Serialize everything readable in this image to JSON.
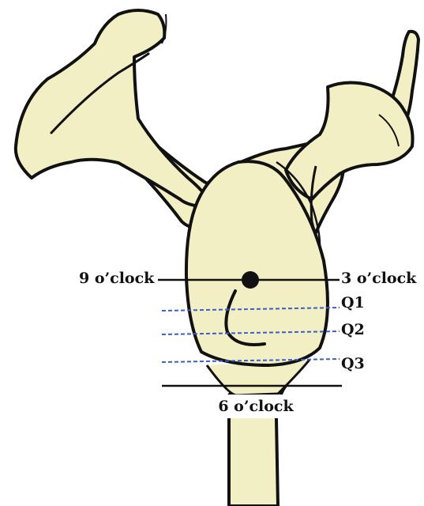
{
  "labels": {
    "nine": "9 o’clock",
    "three": "3 o’clock",
    "six": "6 o’clock",
    "q1": "Q1",
    "q2": "Q2",
    "q3": "Q3"
  },
  "colors": {
    "bone_fill": "#f2efc4",
    "outline": "#111111",
    "dashed_line": "#3b5ec9",
    "background": "#ffffff"
  }
}
